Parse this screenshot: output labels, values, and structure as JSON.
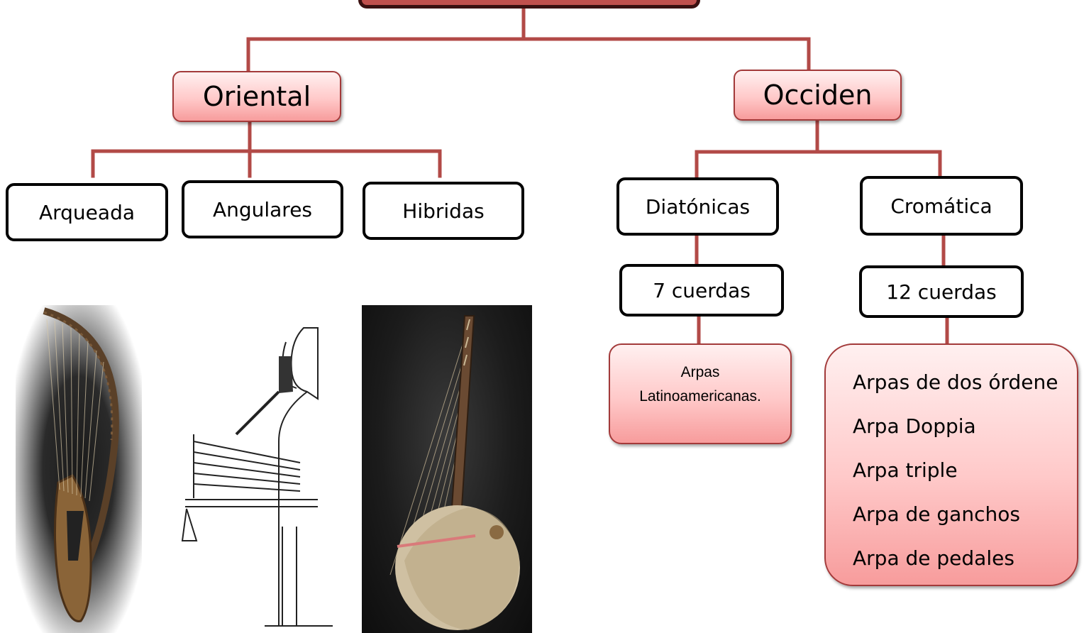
{
  "diagram": {
    "level1": {
      "left": "Oriental",
      "right": "Occiden"
    },
    "oriental_children": [
      "Arqueada",
      "Angulares",
      "Hibridas"
    ],
    "occidental_children": [
      "Diatónicas",
      "Cromática"
    ],
    "diatonicas_strings": "7 cuerdas",
    "cromatica_strings": "12 cuerdas",
    "diatonicas_example": {
      "line1": "Arpas",
      "line2": "Latinoamericanas."
    },
    "cromatica_examples": [
      "Arpas de dos órdene",
      "Arpa Doppia",
      "Arpa triple",
      "Arpa de ganchos",
      "Arpa de pedales"
    ]
  },
  "images": {
    "arched_harp": "arched-harp-photo",
    "angular_harp": "assyrian-harpist-engraving",
    "hybrid_harp": "kora-photo"
  },
  "colors": {
    "connector": "#b24a47",
    "pink_fill": "#ffc9c9",
    "pink_border": "#a33a3a",
    "root_fill": "#c0504d"
  }
}
